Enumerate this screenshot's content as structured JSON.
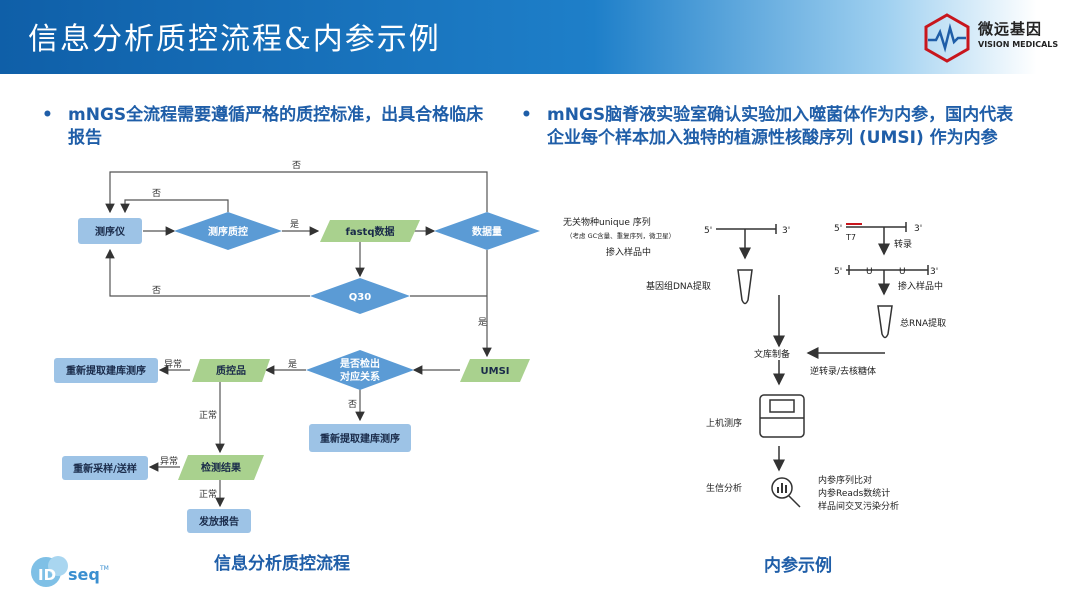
{
  "header": {
    "title": "信息分析质控流程&内参示例",
    "logo_cn": "微远基因",
    "logo_en": "VISION MEDICALS"
  },
  "left": {
    "bullet": "mNGS全流程需要遵循严格的质控标准，出具合格临床报告",
    "caption": "信息分析质控流程",
    "flow": {
      "sequencer": "测序仪",
      "seq_qc": "测序质控",
      "fastq": "fastq数据",
      "data_volume": "数据量",
      "q30": "Q30",
      "umsi": "UMSI",
      "detect_rel_1": "是否检出",
      "detect_rel_2": "对应关系",
      "qc_sample": "质控品",
      "reextract_1": "重新提取建库测序",
      "reextract_2": "重新提取建库测序",
      "resample": "重新采样/送样",
      "detect_result": "检测结果",
      "report": "发放报告",
      "no_top": "否",
      "no_inner": "否",
      "no_q30": "否",
      "no_detect": "否",
      "yes_fastq": "是",
      "yes_umsi": "是",
      "yes_detect": "是",
      "abnormal_1": "异常",
      "abnormal_2": "异常",
      "normal_1": "正常",
      "normal_2": "正常"
    }
  },
  "right": {
    "bullet": "mNGS脑脊液实验室确认实验加入噬菌体作为内参，国内代表企业每个样本加入独特的植源性核酸序列 (UMSI) 作为内参",
    "caption": "内参示例",
    "diagram": {
      "seq_label": "无关物种unique 序列",
      "seq_note": "（考虑 GC含量、重复序列，微卫星）",
      "five_prime": "5'",
      "three_prime": "3'",
      "five_prime_b": "5'",
      "three_prime_b": "3'",
      "five_prime_c": "5'",
      "three_prime_c": "3'",
      "t7": "T7",
      "u1": "U",
      "u2": "U",
      "spike_in_1": "掺入样品中",
      "transcribe": "转录",
      "spike_in_2": "掺入样品中",
      "dna_extract": "基因组DNA提取",
      "rna_extract": "总RNA提取",
      "library_prep": "文库制备",
      "rt_dnase": "逆转录/去核糖体",
      "sequencing": "上机测序",
      "bioinfo": "生信分析",
      "result_1": "内参序列比对",
      "result_2": "内参Reads数统计",
      "result_3": "样品间交叉污染分析"
    }
  },
  "footer": {
    "logo": "IDseq",
    "tm": "TM"
  },
  "colors": {
    "brand_blue": "#1f5ea8",
    "box_fill": "#9dc3e6",
    "diamond_fill": "#5b9bd5",
    "parallelogram_fill": "#a9d18e",
    "logo_red": "#c8161d"
  }
}
